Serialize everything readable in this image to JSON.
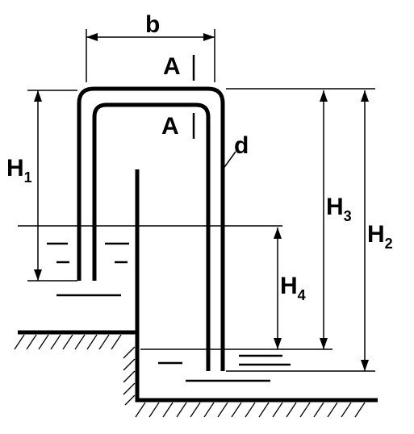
{
  "labels": {
    "b": "b",
    "A_top": "A",
    "A_bottom": "A",
    "d": "d",
    "H1": "H",
    "H1_sub": "1",
    "H2": "H",
    "H2_sub": "2",
    "H3": "H",
    "H3_sub": "3",
    "H4": "H",
    "H4_sub": "4"
  },
  "colors": {
    "ink": "#000000",
    "background": "#ffffff"
  }
}
